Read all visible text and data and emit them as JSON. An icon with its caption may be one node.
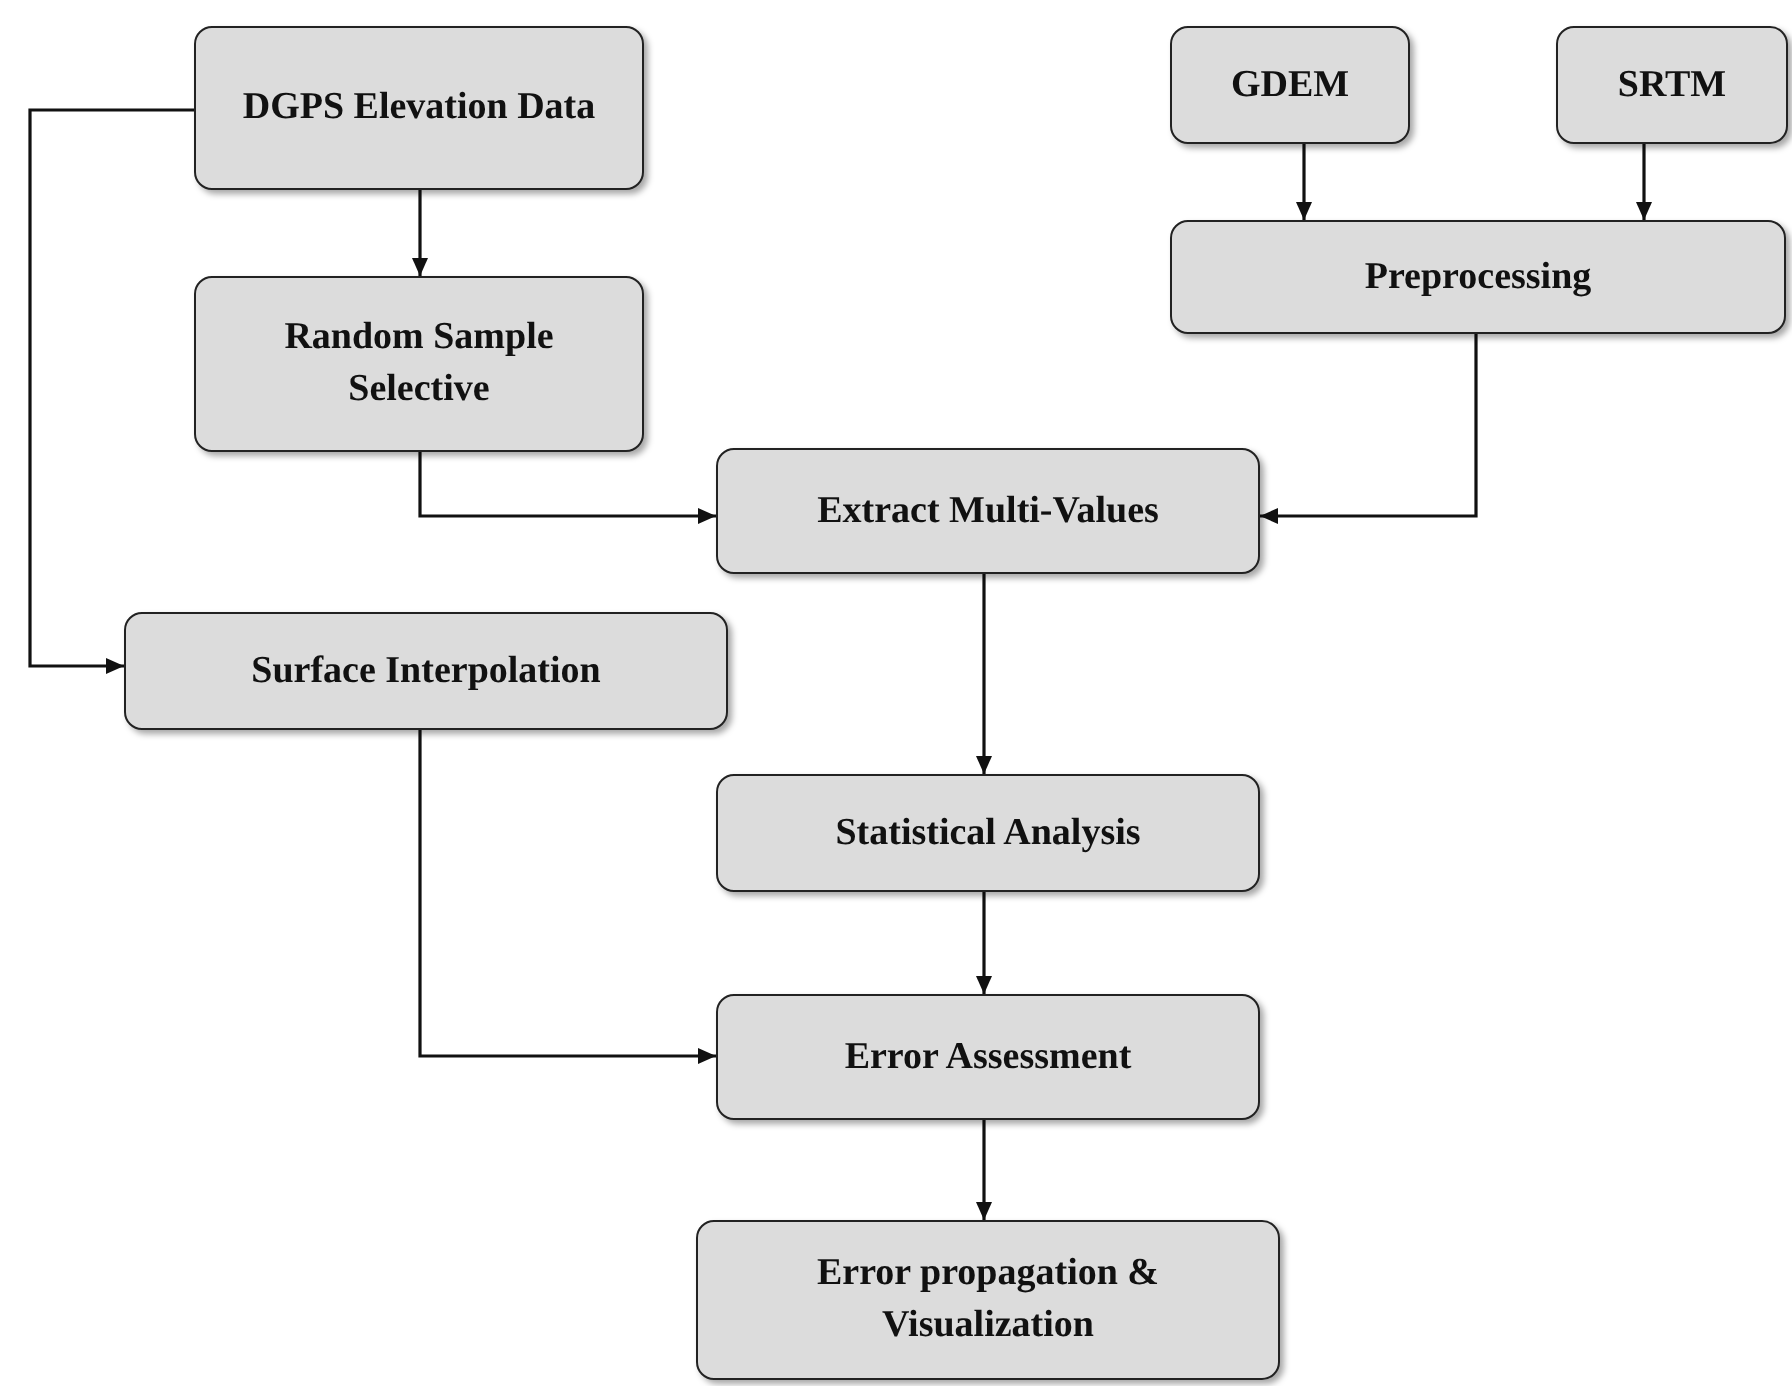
{
  "diagram": {
    "nodes": [
      {
        "text": [
          "DGPS Elevation Data"
        ]
      },
      {
        "text": [
          "GDEM"
        ]
      },
      {
        "text": [
          "SRTM"
        ]
      },
      {
        "text": [
          "Preprocessing"
        ]
      },
      {
        "text": [
          "Random Sample Selective"
        ]
      },
      {
        "text": [
          "Extract Multi-Values"
        ]
      },
      {
        "text": [
          "Surface Interpolation"
        ]
      },
      {
        "text": [
          "Statistical Analysis"
        ]
      },
      {
        "text": [
          "Error Assessment"
        ]
      },
      {
        "text": [
          "Error propagation & Visualization"
        ]
      }
    ],
    "edges": [
      {
        "from": 0,
        "to": 4,
        "arrow": "to"
      },
      {
        "from": 0,
        "to": 6,
        "arrow": "to"
      },
      {
        "from": 1,
        "to": 3,
        "arrow": "to"
      },
      {
        "from": 2,
        "to": 3,
        "arrow": "to"
      },
      {
        "from": 4,
        "to": 5,
        "arrow": "to"
      },
      {
        "from": 3,
        "to": 5,
        "arrow": "to"
      },
      {
        "from": 5,
        "to": 7,
        "arrow": "to"
      },
      {
        "from": 6,
        "to": 8,
        "arrow": "to"
      },
      {
        "from": 7,
        "to": 8,
        "arrow": "to"
      },
      {
        "from": 8,
        "to": 9,
        "arrow": "to"
      }
    ]
  }
}
